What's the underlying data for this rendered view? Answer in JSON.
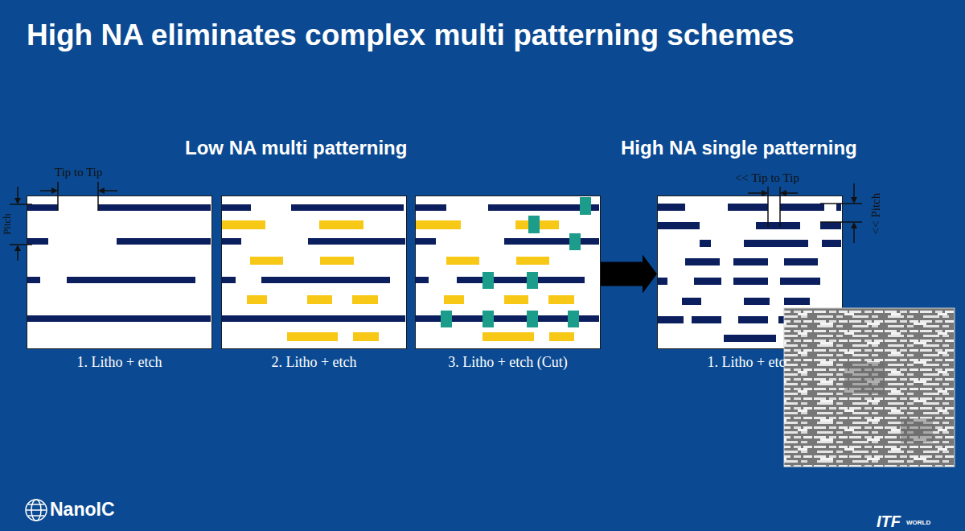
{
  "diagram": {
    "title": "High NA eliminates complex multi patterning schemes",
    "nodes": [
      {
        "text": [
          "1. Litho + etch"
        ]
      },
      {
        "text": [
          "2. Litho + etch"
        ]
      },
      {
        "text": [
          "3. Litho + etch (Cut)"
        ]
      },
      {
        "text": [
          "1. Litho + etch"
        ]
      }
    ],
    "edges": [
      {
        "from": 2,
        "to": 3,
        "arrow": "to"
      }
    ],
    "labels": [
      "Low NA multi patterning",
      "High NA single patterning",
      "Tip to Tip",
      "Pitch",
      "<< Tip to Tip",
      "<< Pitch",
      "NanoIC",
      "ITF",
      "WORLD"
    ]
  }
}
